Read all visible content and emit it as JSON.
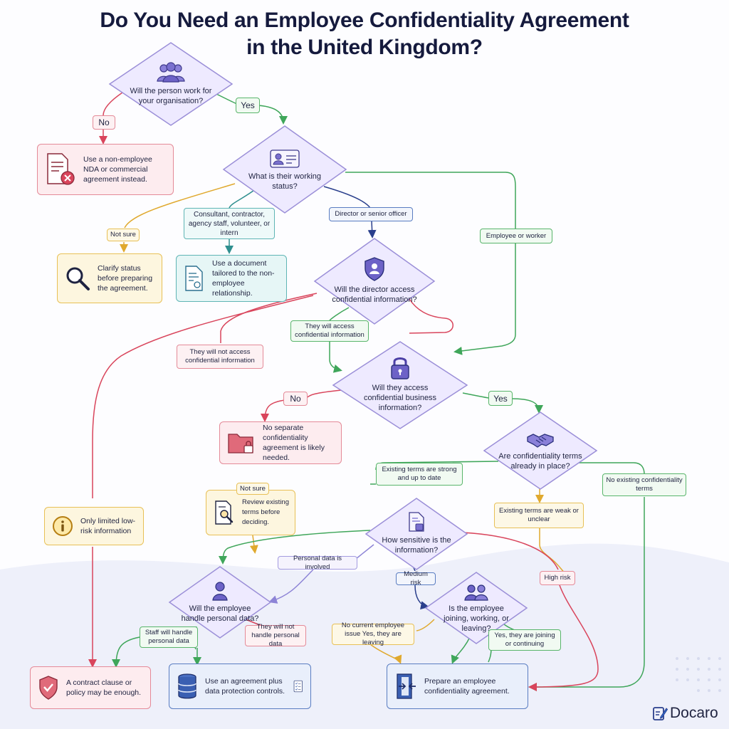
{
  "title": {
    "line1": "Do You Need an Employee Confidentiality Agreement",
    "line2": "in the United Kingdom?"
  },
  "brand": {
    "name": "Docaro"
  },
  "colors": {
    "diamond_fill": "#eeeaff",
    "diamond_stroke": "#9b8fd8",
    "green": "#3fa65a",
    "red": "#d9455c",
    "yellow": "#e0a92e",
    "teal": "#2f8f8f",
    "navy": "#2a3f8c",
    "violet": "#8d84d6"
  },
  "decisions": {
    "d1": "Will the person work for your organisation?",
    "d2": "What is their working status?",
    "d3": "Will the director access confidential information?",
    "d4": "Will they access confidential business information?",
    "d5": "Are confidentiality terms already in place?",
    "d6": "How sensitive is the information?",
    "d7": "Will the employee handle personal data?",
    "d8": "Is the employee joining, working, or leaving?"
  },
  "outcomes": {
    "nda": "Use a non-employee NDA or commercial agreement instead.",
    "clarify": "Clarify status before preparing the agreement.",
    "tailored": "Use a document tailored to the non-employee relationship.",
    "no_separate": "No separate confidentiality agreement is likely needed.",
    "review": "Review existing terms before deciding.",
    "limited": "Only limited low-risk information",
    "clause": "A contract clause or policy may be enough.",
    "data_protection": "Use an agreement plus data protection controls.",
    "prepare": "Prepare an employee confidentiality agreement."
  },
  "labels": {
    "no1": "No",
    "yes1": "Yes",
    "not_sure1": "Not sure",
    "consultant": "Consultant, contractor, agency staff, volunteer, or intern",
    "director": "Director or senior officer",
    "employee": "Employee or worker",
    "will_access": "They will access confidential information",
    "will_not_access": "They will not access confidential information",
    "no2": "No",
    "yes2": "Yes",
    "strong": "Existing terms are strong and up to date",
    "no_existing": "No existing confidentiality terms",
    "weak": "Existing terms are weak or unclear",
    "not_sure2": "Not sure",
    "personal_data": "Personal data is involved",
    "medium": "Medium risk",
    "high": "High risk",
    "staff_handle": "Staff will handle personal data",
    "not_handle": "They will not handle personal data",
    "no_current": "No current employee issue Yes, they are leaving",
    "joining": "Yes, they are joining or continuing"
  }
}
